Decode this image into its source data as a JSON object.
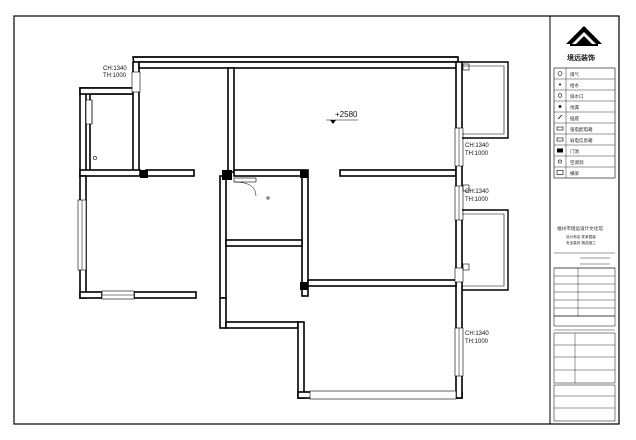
{
  "brand": {
    "name": "境远装饰"
  },
  "annotations": {
    "level": "+2580",
    "ch_top_left": "CH:1340",
    "th_top_left": "TH:1000",
    "ch_right_1": "CH:1340",
    "th_right_1": "TH:1000",
    "ch_right_2": "CH:1340",
    "th_right_2": "TH:1000",
    "ch_right_3": "CH:1340",
    "th_right_3": "TH:1000"
  },
  "legend": [
    {
      "symbol": "gas-icon",
      "label": "煤气"
    },
    {
      "symbol": "water-icon",
      "label": "给水"
    },
    {
      "symbol": "drain-icon",
      "label": "排水口"
    },
    {
      "symbol": "floor-drain-icon",
      "label": "地漏"
    },
    {
      "symbol": "socket-icon",
      "label": "插座"
    },
    {
      "symbol": "switchboard-icon",
      "label": "强电配电箱"
    },
    {
      "symbol": "weak-box-icon",
      "label": "弱电信息箱"
    },
    {
      "symbol": "door-icon",
      "label": "门洞"
    },
    {
      "symbol": "ac-icon",
      "label": "空调洞"
    },
    {
      "symbol": "beam-icon",
      "label": "横梁"
    }
  ],
  "company_block": {
    "title": "福州市境远设计文化馆",
    "line1": "设计师名  陈家园装",
    "line2": "安全高效  精品施工"
  },
  "colors": {
    "line": "#000000",
    "paper": "#ffffff",
    "beam": "#000000"
  }
}
